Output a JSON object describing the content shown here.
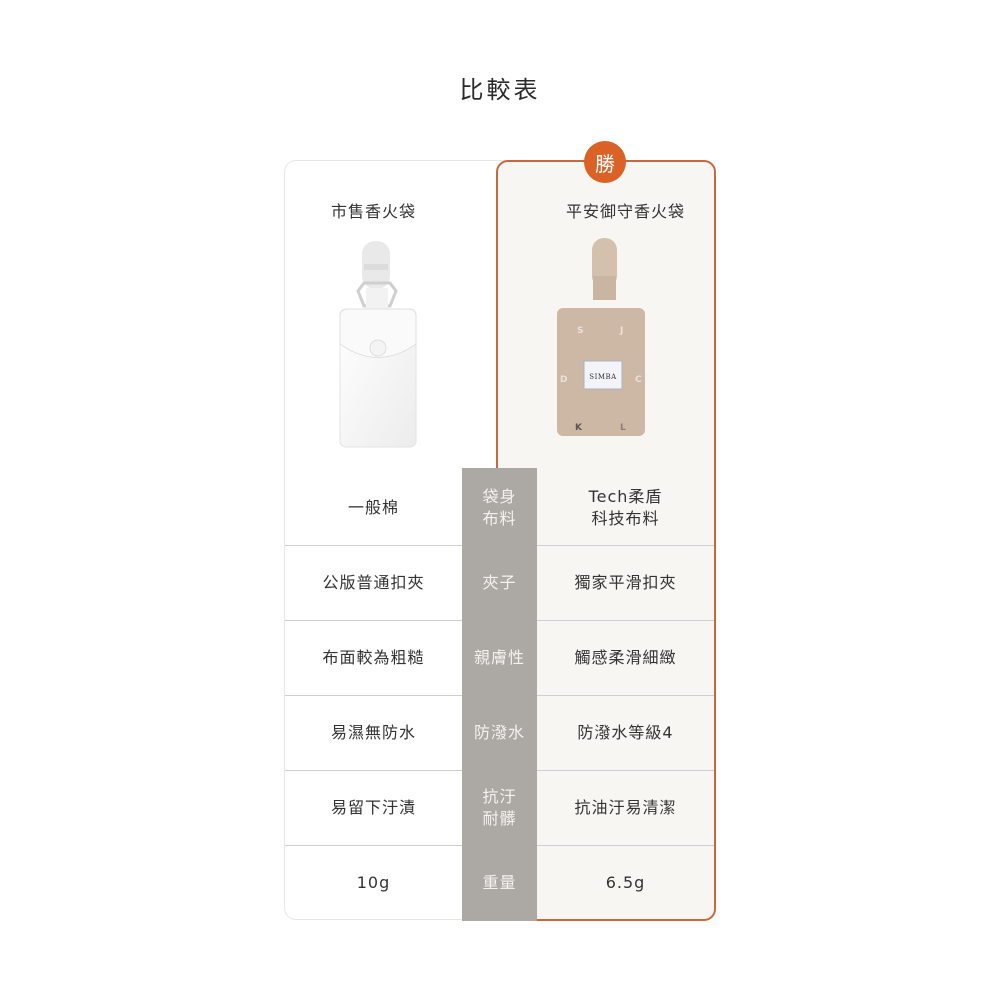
{
  "title": "比較表",
  "badge": "勝",
  "columns": {
    "left": "市售香火袋",
    "right": "平安御守香火袋"
  },
  "products": {
    "left": {
      "name": "white-cotton-pouch",
      "color": "#f7f7f7"
    },
    "right": {
      "name": "beige-simba-pouch",
      "color": "#cdb8a6",
      "label": "SIMBA",
      "letters": [
        "S",
        "J",
        "D",
        "C",
        "K",
        "L"
      ]
    }
  },
  "rows": [
    {
      "left": "一般棉",
      "feature": "袋身\n布料",
      "right": "Tech柔盾\n科技布料"
    },
    {
      "left": "公版普通扣夾",
      "feature": "夾子",
      "right": "獨家平滑扣夾"
    },
    {
      "left": "布面較為粗糙",
      "feature": "親膚性",
      "right": "觸感柔滑細緻"
    },
    {
      "left": "易濕無防水",
      "feature": "防潑水",
      "right": "防潑水等級4"
    },
    {
      "left": "易留下汙漬",
      "feature": "抗汙\n耐髒",
      "right": "抗油汙易清潔"
    },
    {
      "left": "10g",
      "feature": "重量",
      "right": "6.5g"
    }
  ],
  "colors": {
    "accent": "#db6226",
    "border_accent": "#c9683a",
    "feature_column": "#aca8a4",
    "winner_bg": "#f8f6f3"
  }
}
